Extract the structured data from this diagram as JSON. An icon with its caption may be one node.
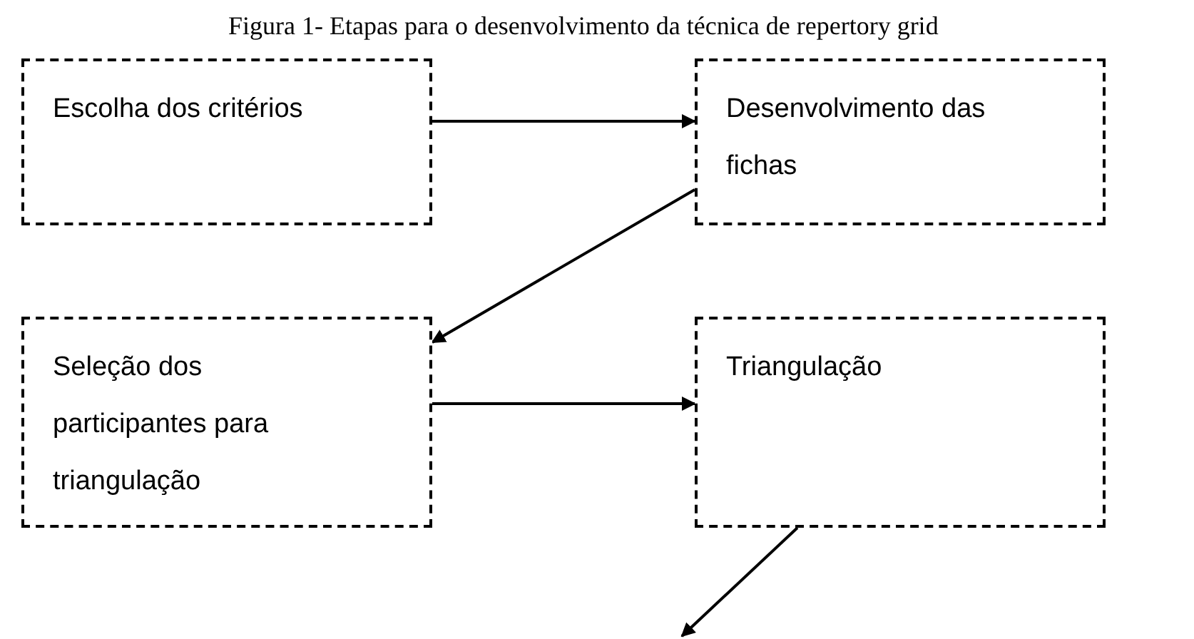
{
  "diagram": {
    "title": "Figura 1- Etapas para o desenvolvimento da técnica de repertory grid",
    "nodes": [
      {
        "text": [
          "Escolha dos critérios"
        ]
      },
      {
        "text": [
          "Desenvolvimento das fichas"
        ]
      },
      {
        "text": [
          "Seleção dos participantes para triangulação"
        ]
      },
      {
        "text": [
          "Triangulação"
        ]
      }
    ],
    "edges": [
      {
        "from": 0,
        "to": 1,
        "arrow": "to"
      },
      {
        "from": 1,
        "to": 2,
        "arrow": "to"
      },
      {
        "from": 2,
        "to": 3,
        "arrow": "to"
      },
      {
        "from": 3,
        "to": null,
        "arrow": "to"
      }
    ]
  }
}
